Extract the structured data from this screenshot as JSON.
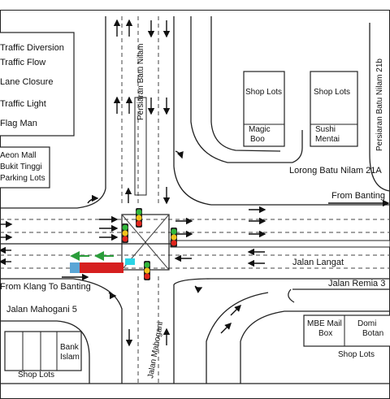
{
  "legend": {
    "items": [
      {
        "label": "Traffic Diversion",
        "icon": "traffic-diversion-icon"
      },
      {
        "label": "Traffic Flow",
        "icon": "traffic-flow-icon"
      },
      {
        "label": "Lane Closure",
        "icon": "lane-closure-icon"
      },
      {
        "label": "Traffic Light",
        "icon": "traffic-light-icon"
      },
      {
        "label": "Flag Man",
        "icon": "flag-man-icon"
      }
    ]
  },
  "labels": {
    "aeon_line1": "Aeon Mall",
    "aeon_line2": "Bukit Tinggi",
    "aeon_line3": "Parking Lots",
    "persiaran_batu_nilam": "Persiaran Batu Nilam",
    "persiaran_batu_nilam_21b": "Persiaran Batu Nilam 21b",
    "shop_lots_1": "Shop Lots",
    "shop_lots_2": "Shop Lots",
    "magic_boo_line1": "Magic",
    "magic_boo_line2": "Boo",
    "sushi_line1": "Sushi",
    "sushi_line2": "Mentai",
    "lorong_batu_nilam_21a": "Lorong Batu Nilam 21A",
    "from_banting": "From Banting",
    "jalan_langat": "Jalan Langat",
    "from_klang_to_banting": "From Klang To Banting",
    "jalan_remia_3": "Jalan Remia 3",
    "jalan_mahogani_5": "Jalan Mahogani 5",
    "jalan_mahogani": "Jalan Mahogani",
    "bank_line1": "Bank",
    "bank_line2": "Islam",
    "shop_lots_bottom_left": "Shop Lots",
    "mbe_line1": "MBE Mail",
    "mbe_line2": "Box",
    "domi_line1": "Domi",
    "domi_line2": "Botan",
    "shop_lots_bottom_right": "Shop Lots"
  },
  "colors": {
    "lane_closure": "#d61f1f",
    "traffic_diversion": "#2a9d3a",
    "flag_man": "#2ad4e6",
    "light_red": "#e0241c",
    "light_amber": "#f2c21a",
    "light_green": "#31b53a",
    "road_line": "#222222"
  }
}
